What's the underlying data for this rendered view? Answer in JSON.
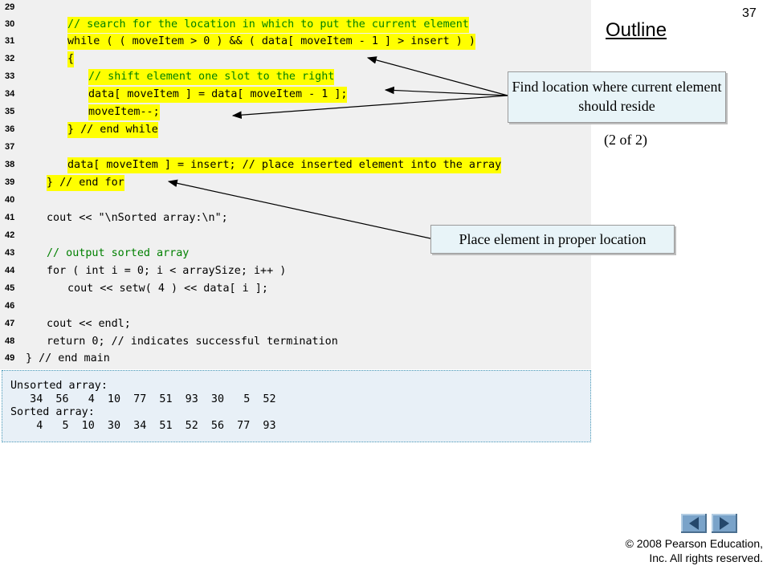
{
  "slide": {
    "number": "37",
    "title": "Outline",
    "page_of": "(2 of 2)",
    "callouts": {
      "location": "Find location where current element should reside",
      "place": "Place element in proper location"
    },
    "copyright": {
      "line1": "© 2008 Pearson Education,",
      "line2": "Inc.  All rights reserved."
    }
  },
  "code": {
    "lines": [
      {
        "num": "29",
        "text": ""
      },
      {
        "num": "30",
        "text": "// search for the location in which to put the current element"
      },
      {
        "num": "31",
        "text": "while ( ( moveItem > 0 ) && ( data[ moveItem - 1 ] > insert ) )"
      },
      {
        "num": "32",
        "text": "{"
      },
      {
        "num": "33",
        "text": "// shift element one slot to the right"
      },
      {
        "num": "34",
        "text": "data[ moveItem ] = data[ moveItem - 1 ];"
      },
      {
        "num": "35",
        "text": "moveItem--;"
      },
      {
        "num": "36",
        "text": "} // end while"
      },
      {
        "num": "37",
        "text": ""
      },
      {
        "num": "38",
        "text": "data[ moveItem ] = insert; // place inserted element into the array"
      },
      {
        "num": "39",
        "text": "} // end for"
      },
      {
        "num": "40",
        "text": ""
      },
      {
        "num": "41",
        "text": "cout << \"\\nSorted array:\\n\";"
      },
      {
        "num": "42",
        "text": ""
      },
      {
        "num": "43",
        "text": "// output sorted array"
      },
      {
        "num": "44",
        "text": "for ( int i = 0; i < arraySize; i++ )"
      },
      {
        "num": "45",
        "text": "cout << setw( 4 ) << data[ i ];"
      },
      {
        "num": "46",
        "text": ""
      },
      {
        "num": "47",
        "text": "cout << endl;"
      },
      {
        "num": "48",
        "text": "return 0; // indicates successful termination"
      },
      {
        "num": "49",
        "text": "} // end main"
      }
    ]
  },
  "output": {
    "lines": [
      "Unsorted array:",
      "   34  56   4  10  77  51  93  30   5  52",
      "Sorted array:",
      "    4   5  10  30  34  51  52  56  77  93"
    ]
  },
  "colors": {
    "highlight": "#ffff00",
    "keyword": "#0000cc",
    "comment": "#008000",
    "number": "#4aa8b8",
    "callout_fill": "#e8f4f8",
    "nav_button": "#7aa3c9"
  },
  "icons": {
    "prev": "triangle-left-icon",
    "next": "triangle-right-icon"
  }
}
